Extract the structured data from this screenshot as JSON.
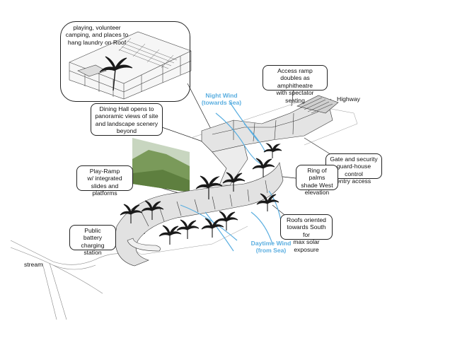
{
  "labels": {
    "roof": "playing, volunteer\ncamping, and places to\nhang laundry on Roof",
    "ramp": "Access ramp doubles as\namphitheatre\nwith spectator seating",
    "highway": "Highway",
    "dining": "Dining Hall opens to\npanoramic views of site\nand landscape scenery\nbeyond",
    "night_wind": "Night Wind\n(towards Sea)",
    "gate": "Gate and security\nguard-house control\nentry access",
    "play_ramp": "Play-Ramp\nw/ integrated\nslides and platforms",
    "palms": "Ring of palms\nshade West\nelevation",
    "roofs_south": "Roofs oriented\ntowards South for\nmax solar exposure",
    "battery": "Public\nbattery charging\nstation",
    "stream": "stream",
    "daytime_wind": "Daytime Wind\n(from Sea)"
  },
  "colors": {
    "wind": "#5aaee0",
    "outline": "#222222",
    "building": "#e4e4e4",
    "palm": "#1a1a1a",
    "landscape": "#7a9a5a"
  }
}
